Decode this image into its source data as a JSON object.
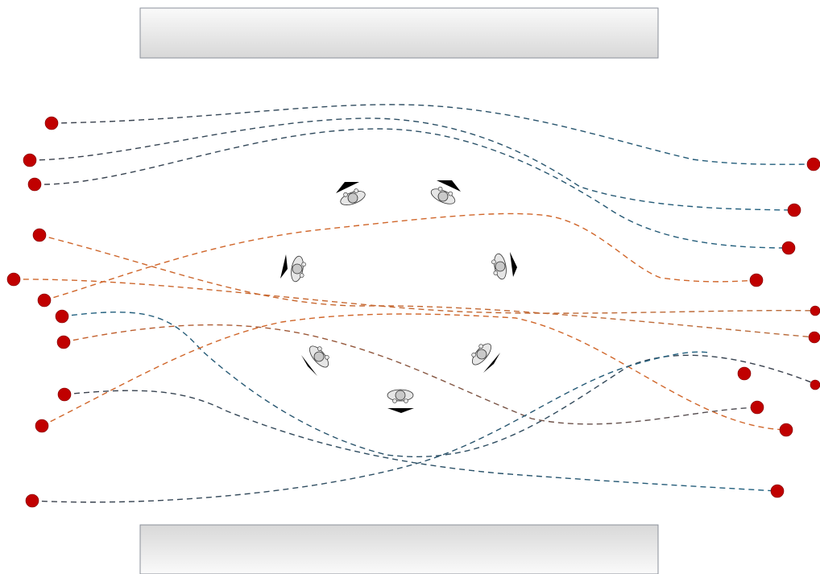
{
  "colors": {
    "background": "#ffffff",
    "endpoint": "#c00000",
    "path_blue": "#1f6080",
    "path_dark": "#3b3f4a",
    "path_orange": "#d0662a",
    "arrow": "#000000",
    "robot_body": "#e6e6e6",
    "robot_outline": "#333333",
    "wall_top": "#fafafa",
    "wall_bottom": "#d8d8d8"
  },
  "walls": [
    {
      "id": "top-wall",
      "gradient": "down"
    },
    {
      "id": "bottom-wall",
      "gradient": "up"
    }
  ],
  "robots": [
    {
      "id": "robot-1",
      "heading": "upper-left"
    },
    {
      "id": "robot-2",
      "heading": "upper-right"
    },
    {
      "id": "robot-3",
      "heading": "left"
    },
    {
      "id": "robot-4",
      "heading": "right"
    },
    {
      "id": "robot-5",
      "heading": "lower-left"
    },
    {
      "id": "robot-6",
      "heading": "lower-right"
    },
    {
      "id": "robot-7",
      "heading": "down"
    }
  ],
  "trajectories": [
    {
      "id": "traj-1",
      "color": "blue"
    },
    {
      "id": "traj-2",
      "color": "blue"
    },
    {
      "id": "traj-3",
      "color": "blue"
    },
    {
      "id": "traj-4",
      "color": "orange"
    },
    {
      "id": "traj-5",
      "color": "orange"
    },
    {
      "id": "traj-6",
      "color": "orange"
    },
    {
      "id": "traj-7",
      "color": "dark"
    },
    {
      "id": "traj-8",
      "color": "orange"
    },
    {
      "id": "traj-9",
      "color": "dark"
    },
    {
      "id": "traj-10",
      "color": "orange"
    },
    {
      "id": "traj-11",
      "color": "blue"
    }
  ]
}
